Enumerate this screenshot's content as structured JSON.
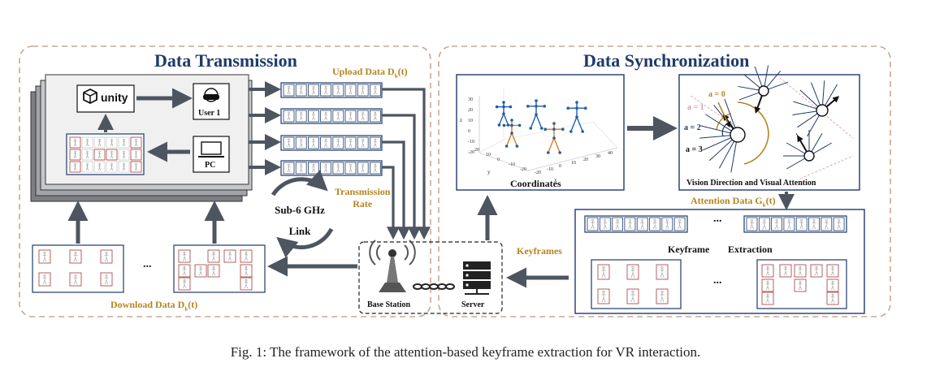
{
  "caption": "Fig. 1: The framework of the attention-based keyframe extraction for VR interaction.",
  "left_panel": {
    "title": "Data Transmission",
    "unity_label": "unity",
    "user_label": "User 1",
    "pc_label": "PC",
    "upload_label": "Upload Data D",
    "upload_suffix": "(t)",
    "download_label": "Download Data D",
    "download_suffix": "(t)",
    "transmission_rate_line1": "Transmission",
    "transmission_rate_line2": "Rate",
    "link_line1": "Sub-6 GHz",
    "link_line2": "Link",
    "ellipsis": "...",
    "base_station_label": "Base Station"
  },
  "right_panel": {
    "title": "Data Synchronization",
    "coordinates_label": "Coordinates",
    "vision_label": "Vision Direction and Visual Attention",
    "attention_label": "Attention Data G",
    "attention_suffix": "(t)",
    "keyframe_label": "Keyframe",
    "extraction_label": "Extraction",
    "keyframes_arrow_label": "Keyframes",
    "server_label": "Server",
    "ellipsis": "...",
    "a_labels": [
      "a = 0",
      "a = 1",
      "a = 2",
      "a = 3"
    ],
    "axis_ticks_z": [
      "30",
      "20",
      "10",
      "0",
      "-10",
      "-20"
    ],
    "axis_ticks_x": [
      "-20",
      "-10",
      "0",
      "10",
      "20",
      "30",
      "40"
    ],
    "axis_ticks_y": [
      "20",
      "10",
      "0",
      "-10",
      "-20"
    ],
    "axis_names": [
      "z",
      "x",
      "y"
    ]
  },
  "colors": {
    "navy": "#1f3a6b",
    "gold": "#b5841f",
    "dashed_border": "#c9a890",
    "arrow_gray": "#4d5560",
    "frame_red": "#a33a3a"
  }
}
